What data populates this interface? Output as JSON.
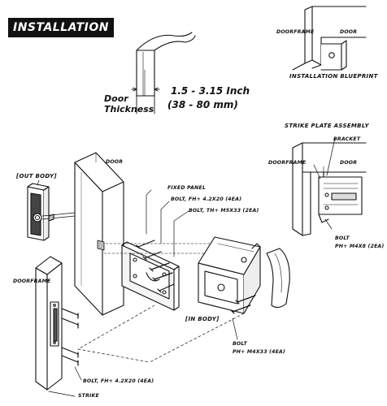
{
  "banner": "INSTALLATION",
  "thickness": {
    "door": "Door",
    "thickness": "Thickness",
    "range_inch": "1.5 - 3.15 Inch",
    "range_mm": "(38 - 80 mm)"
  },
  "blueprint": {
    "doorframe": "DOORFRAME",
    "door": "DOOR",
    "title": "INSTALLATION BLUEPRINT"
  },
  "strike_plate": {
    "title": "STRIKE PLATE ASSEMBLY",
    "bracket": "BRACKET",
    "doorframe": "DOORFRAME",
    "door": "DOOR",
    "bolt": "BOLT",
    "bolt_spec": "PH+ M4X8 (2EA)"
  },
  "main": {
    "door": "DOOR",
    "out_body": "[OUT BODY]",
    "fixed_panel": "FIXED PANEL",
    "bolt_fh": "BOLT, FH+ 4.2X20 (4EA)",
    "bolt_th": "BOLT, TH+ M5X33 (2EA)",
    "doorframe": "DOORFRAME",
    "in_body": "[IN BODY]",
    "bolt": "BOLT",
    "bolt_ph": "PH+ M4X33 (4EA)",
    "strike_bolt": "BOLT, FH+ 4.2X20 (4EA)",
    "strike": "STRIKE"
  }
}
